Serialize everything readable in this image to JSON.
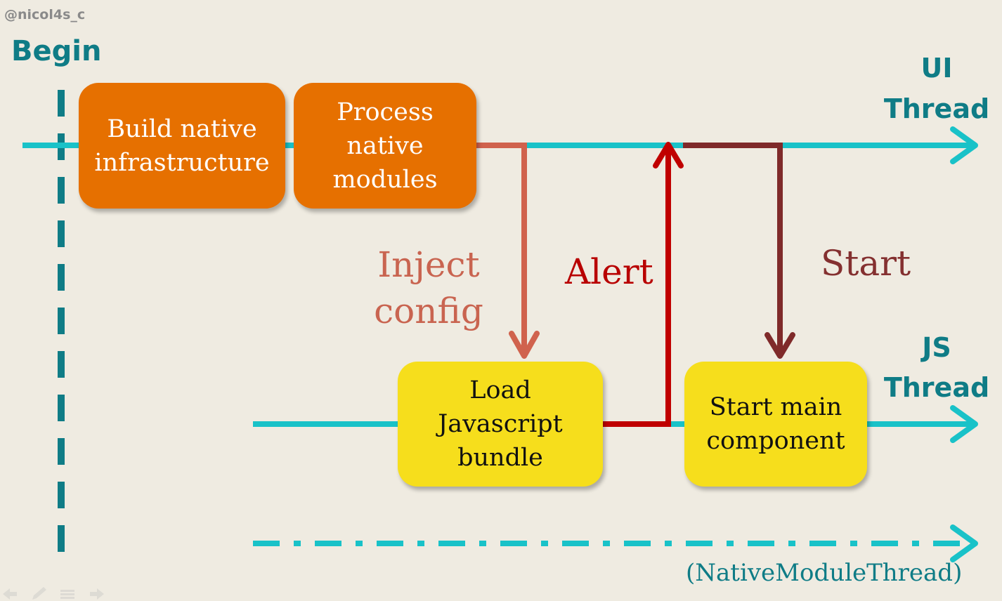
{
  "author": "@nicol4s_c",
  "begin_label": "Begin",
  "threads": {
    "ui": [
      "UI",
      "Thread"
    ],
    "js": [
      "JS",
      "Thread"
    ],
    "native_module": "(NativeModuleThread)"
  },
  "boxes": {
    "build_native": [
      "Build native",
      "infrastructure"
    ],
    "process_native": [
      "Process",
      "native",
      "modules"
    ],
    "load_js": [
      "Load",
      "Javascript",
      "bundle"
    ],
    "start_main": [
      "Start main",
      "component"
    ]
  },
  "arrows": {
    "inject": [
      "Inject",
      "config"
    ],
    "alert": "Alert",
    "start": "Start"
  },
  "colors": {
    "background": "#efebe1",
    "thread_line": "#19c2c8",
    "begin_line": "#0f7c86",
    "label_teal": "#0f7c86",
    "orange_box": "#e67000",
    "yellow_box": "#f6de1c",
    "inject_arrow": "#d0624d",
    "alert_arrow": "#c00000",
    "start_arrow": "#7f2a2a"
  },
  "icons": [
    "back-arrow-icon",
    "pen-icon",
    "menu-icon",
    "forward-arrow-icon"
  ]
}
